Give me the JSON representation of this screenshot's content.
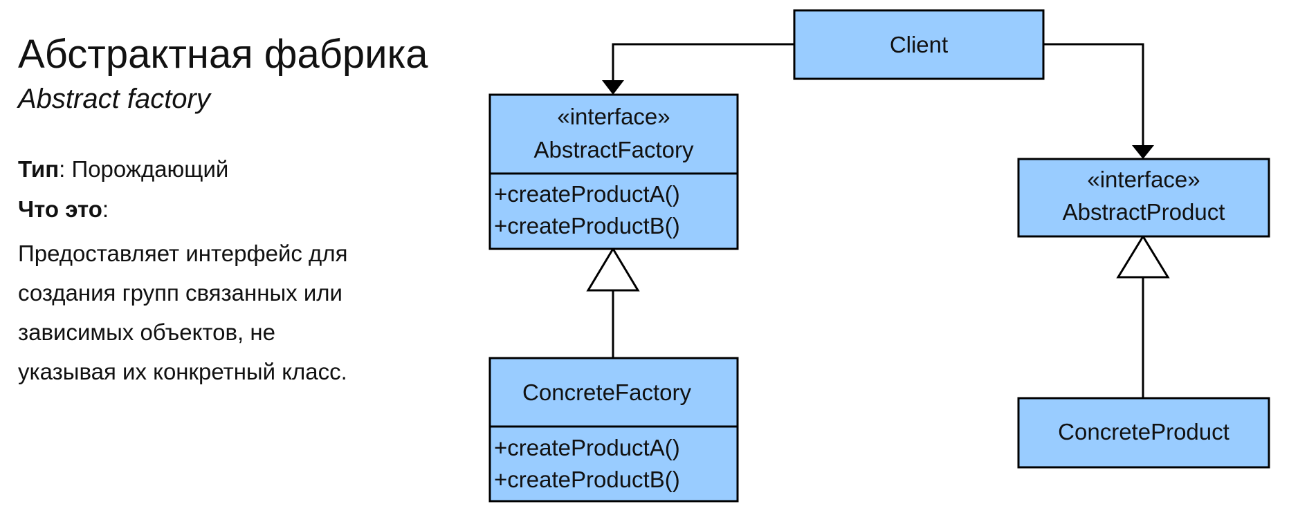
{
  "heading": {
    "title": "Абстрактная фабрика",
    "subtitle": "Abstract factory"
  },
  "info": {
    "type_label": "Тип",
    "type_value": "Порождающий",
    "what_label": "Что это",
    "description_lines": [
      "Предоставляет интерфейс для",
      "создания групп связанных или",
      "зависимых объектов, не",
      "указывая их конкретный класс."
    ]
  },
  "diagram": {
    "client": {
      "name": "Client"
    },
    "abstract_factory": {
      "stereotype": "«interface»",
      "name": "AbstractFactory",
      "methods": [
        "+createProductA()",
        "+createProductB()"
      ]
    },
    "concrete_factory": {
      "name": "ConcreteFactory",
      "methods": [
        "+createProductA()",
        "+createProductB()"
      ]
    },
    "abstract_product": {
      "stereotype": "«interface»",
      "name": "AbstractProduct"
    },
    "concrete_product": {
      "name": "ConcreteProduct"
    },
    "colors": {
      "box_fill": "#99ccff",
      "line": "#000000"
    }
  }
}
